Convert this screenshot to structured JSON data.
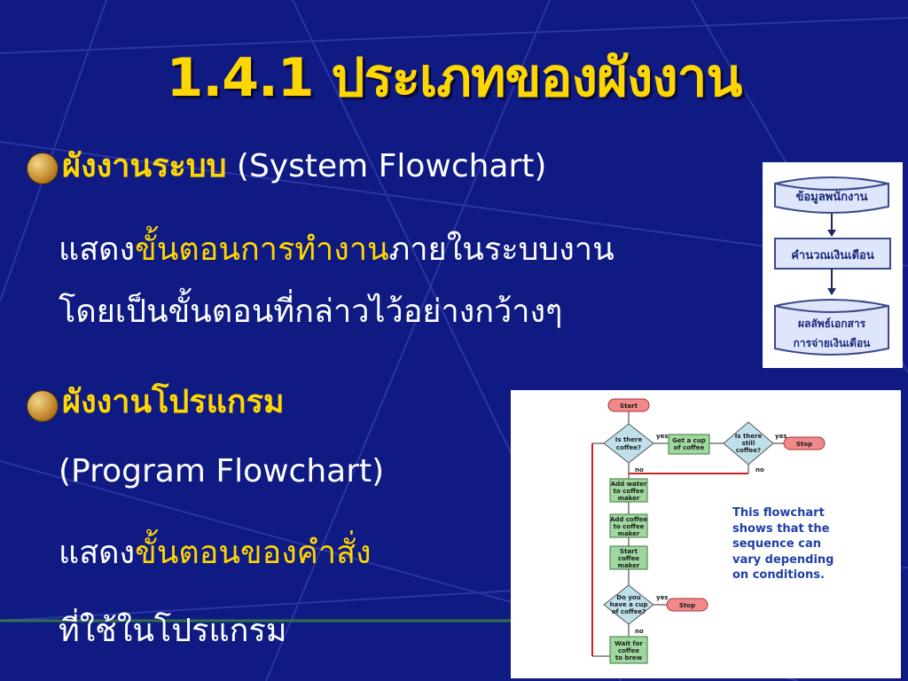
{
  "slide": {
    "title": "1.4.1 ประเภทของผังงาน",
    "background_color": "#0f1a82",
    "accent_color": "#ffd700"
  },
  "bullets": [
    {
      "heading_th": "ผังงานระบบ",
      "heading_en": "(System Flowchart)",
      "desc_line1_a": "แสดง",
      "desc_line1_b": "ขั้นตอนการทำงาน",
      "desc_line1_c": "ภายในระบบงาน",
      "desc_line2": "โดยเป็นขั้นตอนที่กล่าวไว้อย่างกว้างๆ"
    },
    {
      "heading_th": "ผังงานโปรแกรม",
      "heading_en": "(Program Flowchart)",
      "desc_line1_a": "แสดง",
      "desc_line1_b": "ขั้นตอนของคำสั่ง",
      "desc_line2": "ที่ใช้ในโปรแกรม"
    }
  ],
  "system_diagram": {
    "top": "ข้อมูลพนักงาน",
    "middle": "คำนวณเงินเดือน",
    "bottom_line1": "ผลลัพธ์เอกสาร",
    "bottom_line2": "การจ่ายเงินเดือน"
  },
  "program_diagram": {
    "start": "Start",
    "decision1_l1": "Is there",
    "decision1_l2": "coffee?",
    "get_cup_l1": "Get a cup",
    "get_cup_l2": "of coffee",
    "decision2_l1": "Is there",
    "decision2_l2": "still",
    "decision2_l3": "coffee?",
    "stop": "Stop",
    "yes": "yes",
    "no": "no",
    "add_water_l1": "Add water",
    "add_water_l2": "to coffee",
    "add_water_l3": "maker",
    "add_coffee_l1": "Add coffee",
    "add_coffee_l2": "to coffee",
    "add_coffee_l3": "maker",
    "start_maker_l1": "Start",
    "start_maker_l2": "coffee",
    "start_maker_l3": "maker",
    "decision3_l1": "Do you",
    "decision3_l2": "have a cup",
    "decision3_l3": "of coffee?",
    "wait_l1": "Wait for",
    "wait_l2": "coffee",
    "wait_l3": "to brew",
    "note_l1": "This flowchart",
    "note_l2": "shows that the",
    "note_l3": "sequence can",
    "note_l4": "vary depending",
    "note_l5": "on conditions."
  }
}
